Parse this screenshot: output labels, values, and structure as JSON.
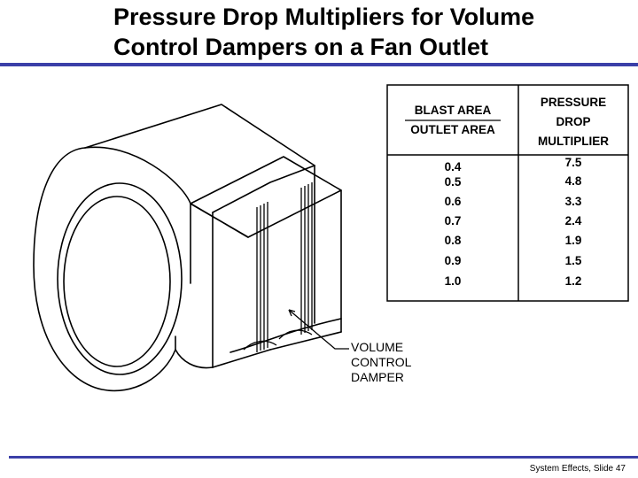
{
  "slide": {
    "title_line1": "Pressure Drop Multipliers for Volume",
    "title_line2": "Control Dampers on a Fan Outlet",
    "footer": "System Effects, Slide 47",
    "accent_color": "#3b3fa8"
  },
  "table": {
    "col1_header_top": "BLAST AREA",
    "col1_header_bottom": "OUTLET AREA",
    "col2_header_line1": "PRESSURE",
    "col2_header_line2": "DROP",
    "col2_header_line3": "MULTIPLIER",
    "rows": [
      {
        "ratio": "0.4",
        "multiplier": "7.5"
      },
      {
        "ratio": "0.5",
        "multiplier": "4.8"
      },
      {
        "ratio": "0.6",
        "multiplier": "3.3"
      },
      {
        "ratio": "0.7",
        "multiplier": "2.4"
      },
      {
        "ratio": "0.8",
        "multiplier": "1.9"
      },
      {
        "ratio": "0.9",
        "multiplier": "1.5"
      },
      {
        "ratio": "1.0",
        "multiplier": "1.2"
      }
    ]
  },
  "callout": {
    "line1": "VOLUME",
    "line2": "CONTROL",
    "line3": "DAMPER"
  }
}
